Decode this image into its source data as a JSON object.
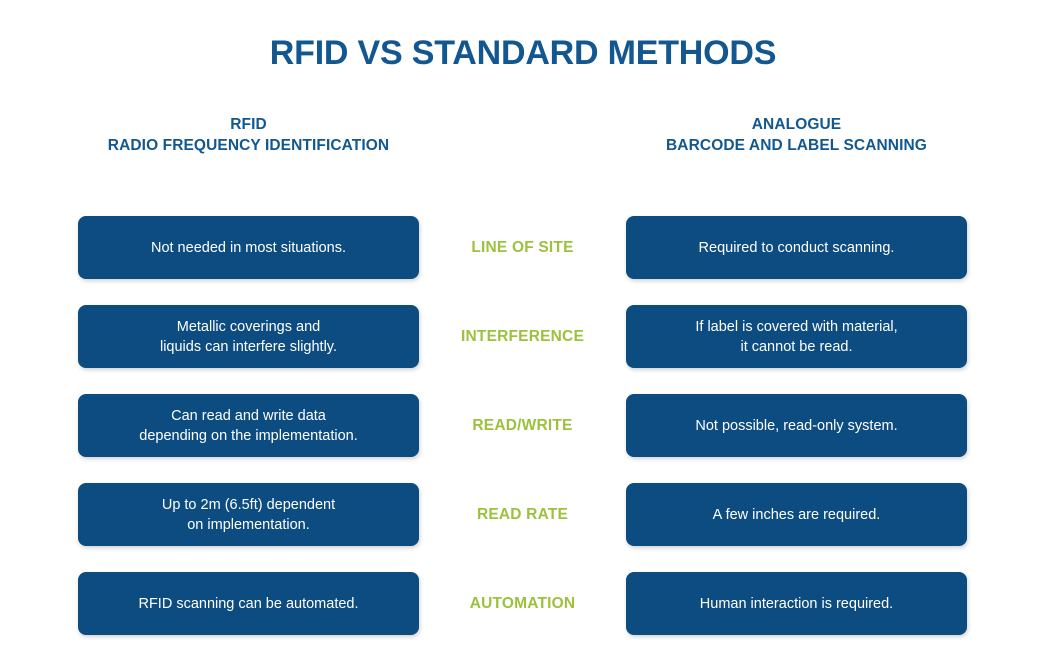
{
  "title": "RFID VS STANDARD METHODS",
  "colors": {
    "title_blue": "#12578F",
    "box_blue": "#0C4C80",
    "label_green": "#9CC13C",
    "box_text": "#FFFFFF",
    "background": "#FFFFFF"
  },
  "columns": {
    "left": {
      "heading": "RFID",
      "subheading": "RADIO FREQUENCY IDENTIFICATION"
    },
    "right": {
      "heading": "ANALOGUE",
      "subheading": "BARCODE AND LABEL SCANNING"
    }
  },
  "rows": [
    {
      "label": "LINE OF SITE",
      "left": "Not needed in most situations.",
      "right": "Required to conduct scanning."
    },
    {
      "label": "INTERFERENCE",
      "left": "Metallic coverings and\nliquids can interfere slightly.",
      "right": "If label is covered with material,\nit cannot be read."
    },
    {
      "label": "READ/WRITE",
      "left": "Can read and write data\ndepending on the implementation.",
      "right": "Not possible, read-only system."
    },
    {
      "label": "READ RATE",
      "left": "Up to 2m (6.5ft) dependent\non implementation.",
      "right": "A few inches are required."
    },
    {
      "label": "AUTOMATION",
      "left": "RFID scanning can be automated.",
      "right": "Human interaction is required."
    }
  ]
}
